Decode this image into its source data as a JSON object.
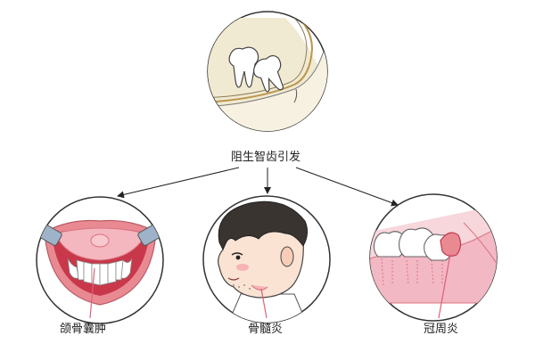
{
  "diagram": {
    "source_label": "阻生智齿引发",
    "outcomes": [
      {
        "id": "cyst",
        "label": "颌骨囊肿",
        "icon": "open-mouth-cyst-illustration"
      },
      {
        "id": "osteomyelitis",
        "label": "骨髓炎",
        "icon": "swollen-face-illustration"
      },
      {
        "id": "pericoronitis",
        "label": "冠周炎",
        "icon": "inflamed-gum-wisdom-tooth-illustration"
      }
    ],
    "source_icon": "impacted-wisdom-tooth-illustration"
  },
  "colors": {
    "outline": "#333333",
    "arrow": "#222222",
    "pointer": "#e0607a",
    "gum": "#f2b8c4",
    "gum_dark": "#d9727f",
    "bone": "#f1ead2",
    "tooth": "#ffffff",
    "hair": "#3a3430",
    "skin": "#fbe3d4"
  }
}
